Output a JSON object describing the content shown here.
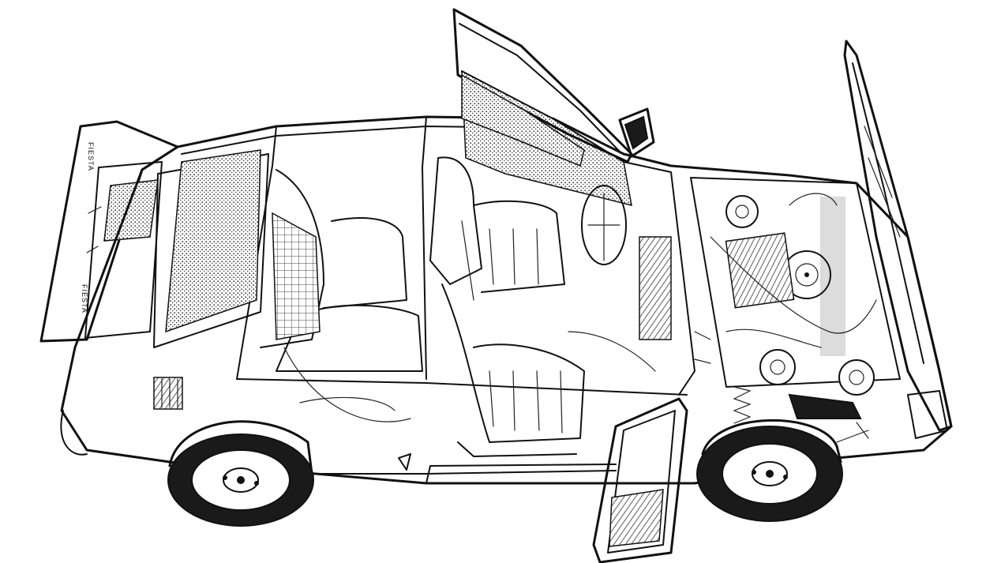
{
  "image": {
    "kind": "technical-cutaway-illustration",
    "style": "black-and-white line drawing",
    "background": "#ffffff",
    "ink": "#111111"
  },
  "hatch_badges": {
    "top": "FIESTA",
    "bottom": "FIESTA"
  }
}
